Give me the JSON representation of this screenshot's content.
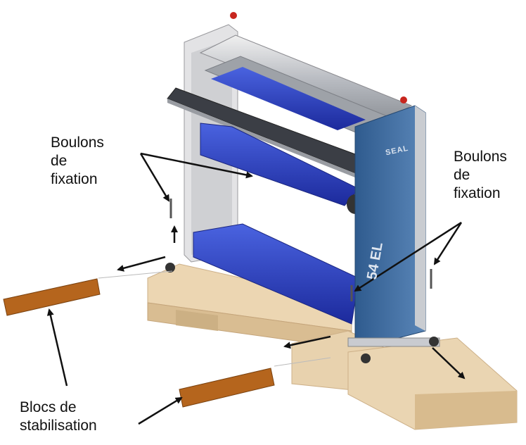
{
  "labels": {
    "fixing_bolts_left": "Boulons\nde\nfixation",
    "fixing_bolts_right": "Boulons\nde\nfixation",
    "stabilisation_blocks": "Blocs de\nstabilisation"
  },
  "machine": {
    "brand": "SEAL",
    "model": "54 EL"
  },
  "colors": {
    "frame_blue": "#3d6a9e",
    "roller_blue": "#2a3fc4",
    "wood_pallet": "#e2c8a0",
    "stabilisation_block": "#b5651d",
    "frame_grey": "#d8d8da",
    "arrow": "#111111"
  }
}
